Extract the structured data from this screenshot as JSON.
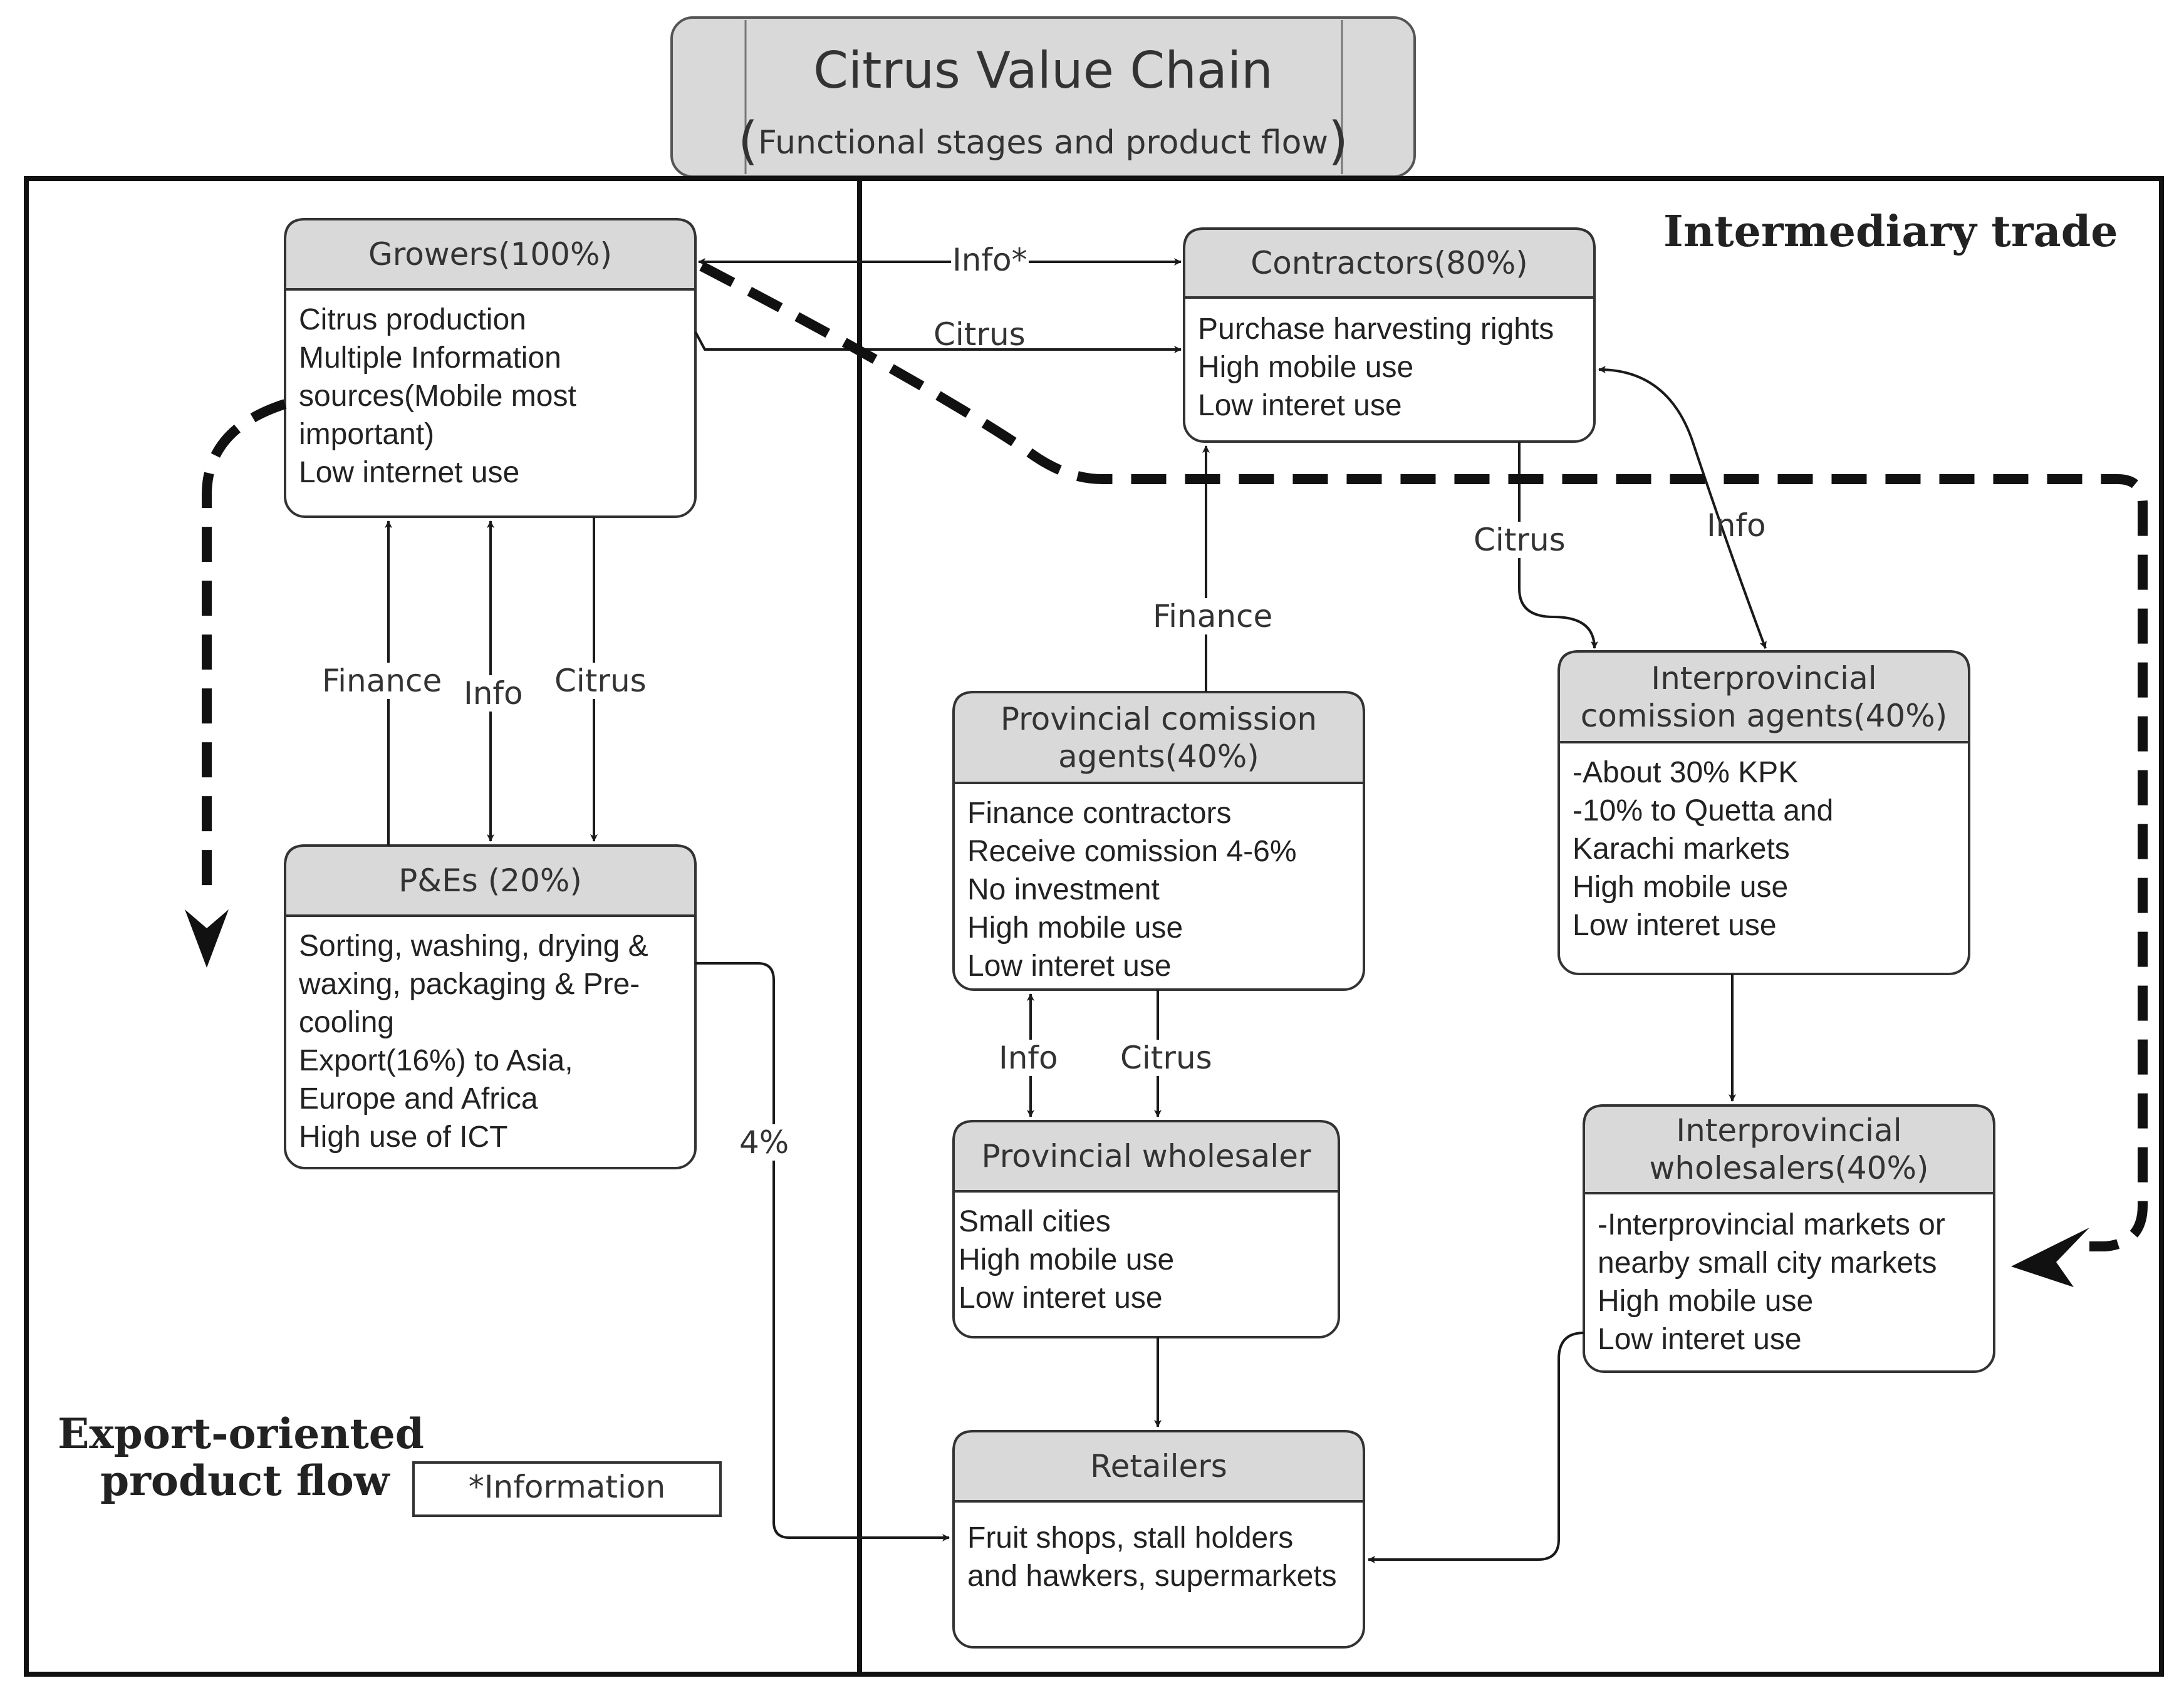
{
  "title": {
    "main": "Citrus Value Chain",
    "sub": "Functional stages and product flow"
  },
  "regions": {
    "intermediary": "Intermediary trade",
    "export_line1": "Export-oriented",
    "export_line2": "product flow"
  },
  "legend": {
    "note": "*Information"
  },
  "nodes": {
    "growers": {
      "header": "Growers(100%)",
      "lines": [
        "Citrus production",
        "Multiple Information",
        "sources(Mobile most",
        "important)",
        "Low internet use"
      ]
    },
    "pes": {
      "header": "P&Es (20%)",
      "lines": [
        "Sorting, washing, drying &",
        "waxing, packaging &  Pre-",
        "cooling",
        "Export(16%) to Asia,",
        "Europe and Africa",
        "High use of ICT"
      ]
    },
    "contractors": {
      "header": "Contractors(80%)",
      "lines": [
        "Purchase harvesting rights",
        "High mobile use",
        "Low interet use"
      ]
    },
    "provincial_agents": {
      "header_line1": "Provincial comission",
      "header_line2": "agents(40%)",
      "lines": [
        "Finance contractors",
        "Receive comission 4-6%",
        "No investment",
        "High mobile use",
        "Low interet use"
      ]
    },
    "interprovincial_agents": {
      "header_line1": "Interprovincial",
      "header_line2": "comission agents(40%)",
      "lines": [
        "-About 30% KPK",
        "-10% to Quetta and",
        "Karachi markets",
        "High mobile use",
        "Low interet use"
      ]
    },
    "provincial_wholesaler": {
      "header": "Provincial wholesaler",
      "lines": [
        "Small cities",
        "High mobile use",
        "Low interet use"
      ]
    },
    "interprovincial_wholesalers": {
      "header_line1": "Interprovincial",
      "header_line2": "wholesalers(40%)",
      "lines": [
        "-Interprovincial markets or",
        "nearby small city markets",
        "High mobile use",
        "Low interet use"
      ]
    },
    "retailers": {
      "header": "Retailers",
      "lines": [
        "Fruit shops, stall holders",
        "and hawkers, supermarkets"
      ]
    }
  },
  "edge_labels": {
    "growers_contractors_info": "Info*",
    "growers_contractors_citrus": "Citrus",
    "pes_growers_finance": "Finance",
    "growers_pes_info": "Info",
    "growers_pes_citrus": "Citrus",
    "agents_contractors_finance": "Finance",
    "contractors_interagents_citrus": "Citrus",
    "contractors_interagents_info": "Info",
    "agents_wholesaler_info": "Info",
    "agents_wholesaler_citrus": "Citrus",
    "pes_retailers_share": "4%"
  },
  "colors": {
    "header_fill": "#d9d9d9",
    "line": "#1a1a1a",
    "box_fill": "#ffffff"
  }
}
